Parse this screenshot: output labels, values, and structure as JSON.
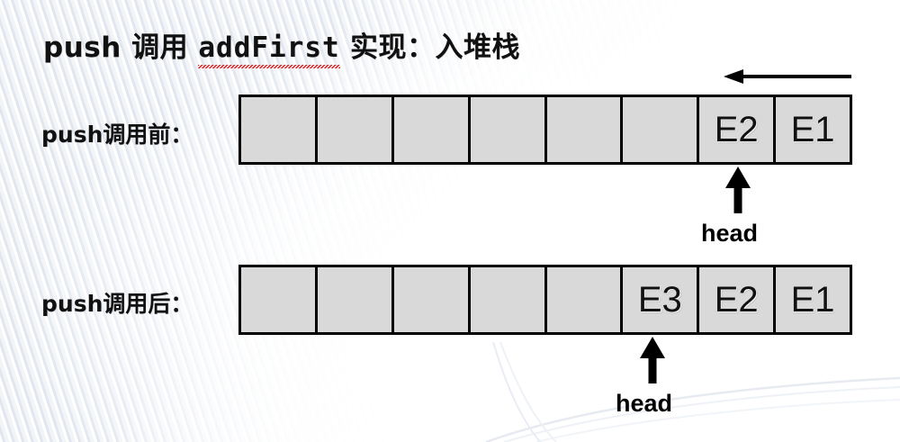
{
  "slide": {
    "title": {
      "prefix": "push ",
      "call_verb": "调用 ",
      "method": "addFirst",
      "suffix": " 实现：入堆栈",
      "full": "push 调用 addFirst 实现：入堆栈"
    },
    "colors": {
      "cell_fill": "#d9d9d9",
      "cell_border": "#000000",
      "text": "#111111",
      "spellcheck_underline": "#e02020",
      "background": "#ffffff",
      "stripe": "#dde3ec"
    },
    "rows": [
      {
        "label": "push调用前：",
        "cell_count": 8,
        "cells": [
          "",
          "",
          "",
          "",
          "",
          "",
          "E2",
          "E1"
        ],
        "pointer": {
          "label": "head",
          "points_to_index": 6,
          "direction": "up"
        },
        "top_arrow": {
          "direction": "left",
          "label": ""
        }
      },
      {
        "label": "push调用后：",
        "cell_count": 8,
        "cells": [
          "",
          "",
          "",
          "",
          "",
          "E3",
          "E2",
          "E1"
        ],
        "pointer": {
          "label": "head",
          "points_to_index": 5,
          "direction": "up"
        }
      }
    ]
  }
}
